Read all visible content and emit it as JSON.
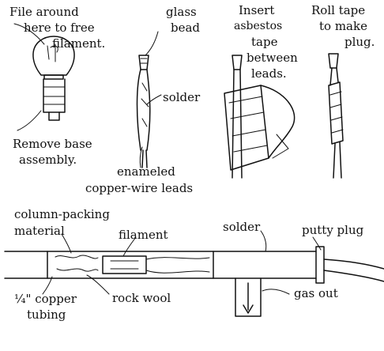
{
  "labels": {
    "file_around": [
      "File around",
      "here to free",
      "filament."
    ],
    "glass_bead": [
      "glass",
      "bead"
    ],
    "insert_tape": [
      "Insert",
      "asbestos",
      "tape",
      "between",
      "leads."
    ],
    "roll_tape": [
      "Roll tape",
      "to make",
      "plug."
    ],
    "remove_base": [
      "Remove base",
      "assembly."
    ],
    "solder_top": "solder",
    "enameled_leads": [
      "enameled",
      "copper-wire leads"
    ],
    "column_packing": [
      "column-packing",
      "material"
    ],
    "filament": "filament",
    "solder_bottom": "solder",
    "putty_plug": "putty plug",
    "copper_tubing": [
      "¼\" copper",
      "tubing"
    ],
    "rock_wool": "rock wool",
    "gas_out": "gas out"
  }
}
